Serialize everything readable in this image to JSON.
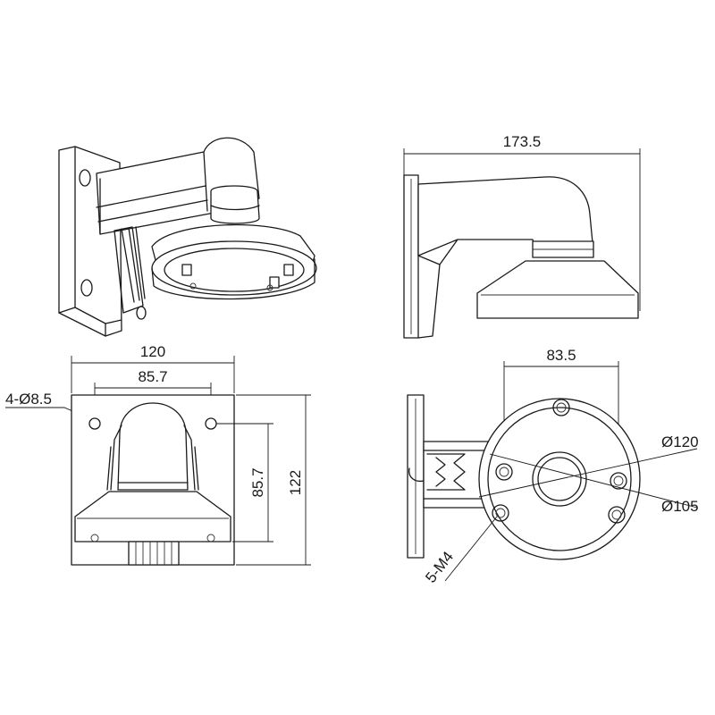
{
  "dimensions": {
    "overall_depth": "173.5",
    "plate_width": "120",
    "hole_spacing_horizontal": "85.7",
    "hole_spacing_vertical": "85.7",
    "plate_height": "122",
    "mounting_holes": "4-Ø8.5",
    "bolt_circle": "83.5",
    "base_diameter_outer": "Ø120",
    "base_diameter_inner": "Ø105",
    "screws": "5-M4"
  },
  "colors": {
    "line": "#1a1a1a",
    "background": "#ffffff"
  }
}
